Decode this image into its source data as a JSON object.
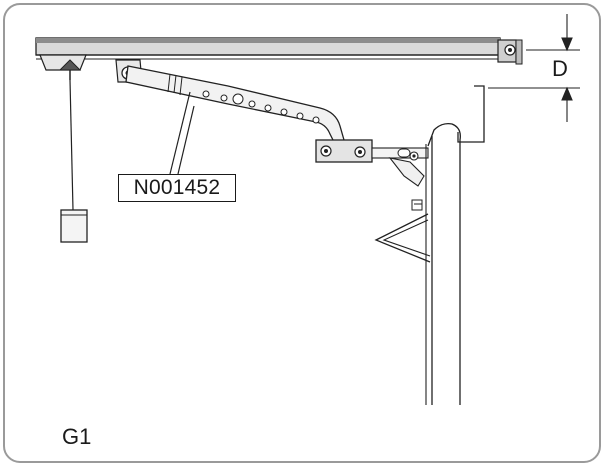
{
  "diagram": {
    "part_number": "N001452",
    "dimension_label": "D",
    "figure_label": "G1"
  }
}
